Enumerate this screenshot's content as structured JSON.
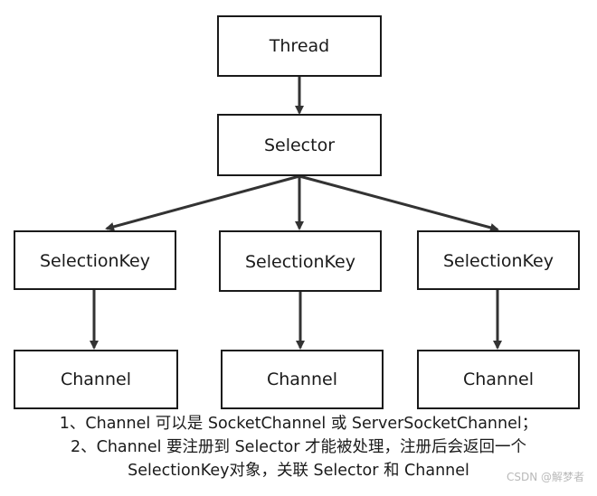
{
  "nodes": {
    "thread": "Thread",
    "selector": "Selector",
    "selection_key_1": "SelectionKey",
    "selection_key_2": "SelectionKey",
    "selection_key_3": "SelectionKey",
    "channel_1": "Channel",
    "channel_2": "Channel",
    "channel_3": "Channel"
  },
  "caption": {
    "line1": "1、Channel 可以是 SocketChannel 或 ServerSocketChannel；",
    "line2": "2、Channel 要注册到 Selector 才能被处理，注册后会返回一个",
    "line3": "SelectionKey对象，关联 Selector 和 Channel"
  },
  "watermark": "CSDN @解梦者",
  "colors": {
    "stroke": "#1a1a1a",
    "edge": "#333333",
    "watermark": "#b9b9b9"
  }
}
